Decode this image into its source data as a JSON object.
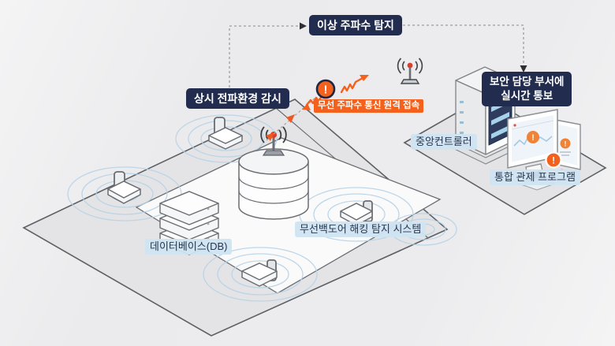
{
  "labels": {
    "abnormal_freq_detection": "이상 주파수 탐지",
    "constant_rf_monitoring": "상시 전파환경 감시",
    "security_notify_line1": "보안 담당 부서에",
    "security_notify_line2": "실시간 통보",
    "rf_remote_access": "무선 주파수 통신 원격 접속",
    "database": "데이터베이스(DB)",
    "backdoor_detection_system": "무선백도어 해킹 탐지 시스템",
    "central_controller": "중앙컨트롤러",
    "integrated_control_program": "통합 관제 프로그램"
  },
  "glyphs": {
    "alert": "!"
  },
  "colors": {
    "navy": "#212c4e",
    "orange": "#f4611c",
    "alert_orange": "#f08335",
    "alert_red": "#d8402b",
    "label_blue_bg": "#cfe4f1",
    "label_text": "#2a3550",
    "ripple_blue": "#b7d3e7",
    "plane_fill": "#e4e4e6",
    "plane_white": "#fafafb",
    "plane_stroke": "#5d6065",
    "background": "#ececee"
  }
}
